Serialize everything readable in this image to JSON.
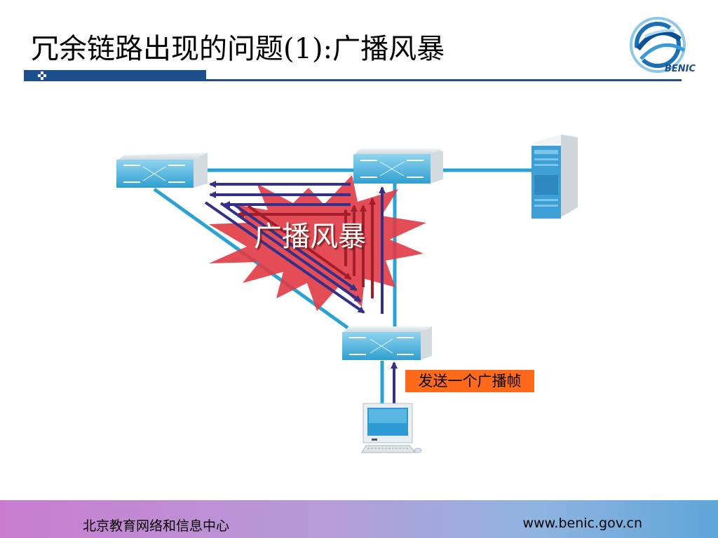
{
  "slide": {
    "title": "冗余链路出现的问题(1):广播风暴",
    "logo_text": "BENIC"
  },
  "diagram": {
    "burst_label": "广播风暴",
    "send_label": "发送一个广播帧",
    "nodes": [
      "switch-left",
      "switch-top",
      "switch-bottom",
      "server",
      "workstation"
    ]
  },
  "footer": {
    "org": "北京教育网络和信息中心",
    "url": "www.benic.gov.cn"
  },
  "colors": {
    "link": "#2aa2d4",
    "arrow": "#33308a",
    "burst": "#e23a44",
    "label_bg": "#ff6a1a",
    "rule": "#1d4f8c"
  }
}
